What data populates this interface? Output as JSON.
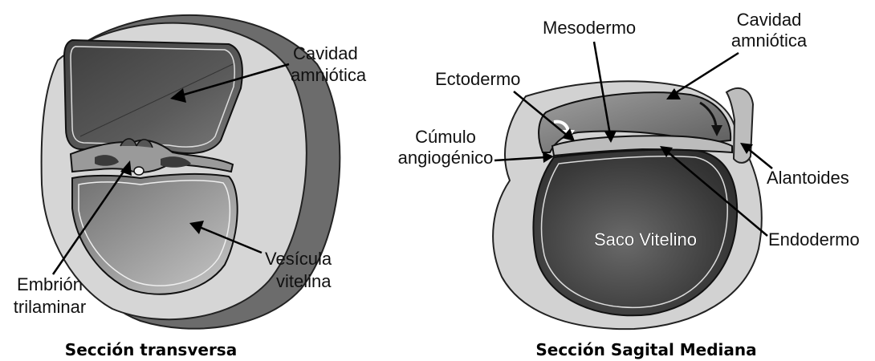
{
  "left_figure": {
    "caption": "Sección transversa",
    "labels": {
      "amniotic_l1": "Cavidad",
      "amniotic_l2": "amniótica",
      "yolk_l1": "Vesícula",
      "yolk_l2": "vitelina",
      "embryo_l1": "Embrión",
      "embryo_l2": "trilaminar"
    }
  },
  "right_figure": {
    "caption": "Sección Sagital Mediana",
    "labels": {
      "mesoderm": "Mesodermo",
      "amniotic_l1": "Cavidad",
      "amniotic_l2": "amniótica",
      "ectoderm": "Ectodermo",
      "angio_l1": "Cúmulo",
      "angio_l2": "angiogénico",
      "allantois": "Alantoides",
      "endoderm": "Endodermo",
      "yolk_sac": "Saco Vitelino"
    }
  },
  "colors": {
    "ink": "#111111",
    "shade_dark": "#4a4a4a",
    "shade_mid": "#8a8a8a",
    "shade_light": "#cfcfcf"
  }
}
